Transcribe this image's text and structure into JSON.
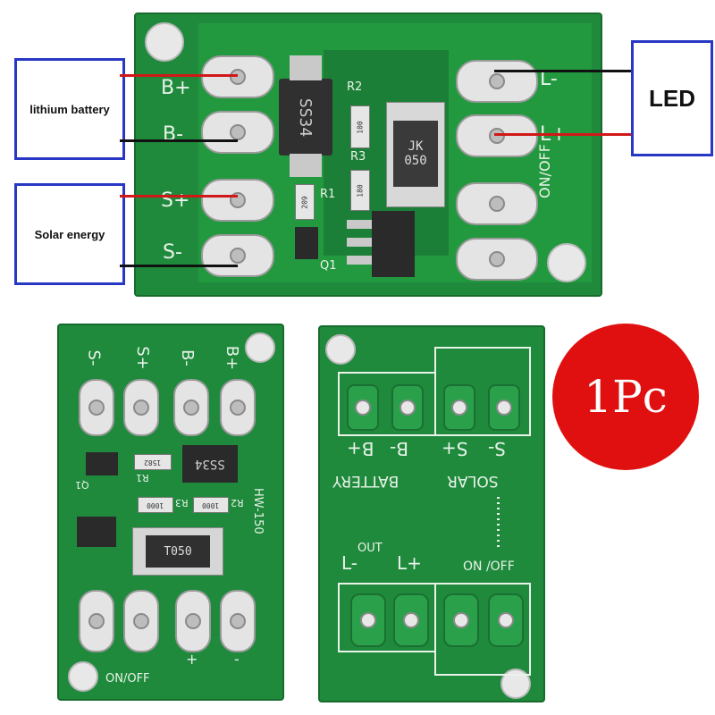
{
  "top_board": {
    "pad_labels_left": [
      "B+",
      "B-",
      "S+",
      "S-"
    ],
    "pad_labels_right": [
      "L-",
      "L+"
    ],
    "switch_label": "ON/OFF",
    "components": {
      "diode": "SS34",
      "inductor_top": "JK",
      "inductor_bottom": "050",
      "r1": "R1",
      "r2": "R2",
      "r3": "R3",
      "q1": "Q1",
      "r2_value": "100",
      "r3_value": "180",
      "r1_value": "209"
    }
  },
  "callouts": {
    "battery": "lithium battery",
    "solar": "Solar energy",
    "led": "LED"
  },
  "badge": {
    "text": "1Pc",
    "color": "#e01010"
  },
  "bottom_left_board": {
    "pad_labels": [
      "S-",
      "S+",
      "B-",
      "B+"
    ],
    "model": "HW-150",
    "diode": "SS34",
    "inductor": "T050",
    "q1": "Q1",
    "r1": "R1",
    "r2": "R2",
    "r3": "R3",
    "r_value_a": "1582",
    "r_value_b": "1000",
    "r_value_c": "1000",
    "switch_label": "ON/OFF",
    "out_plus": "+",
    "out_minus": "-"
  },
  "bottom_right_board": {
    "pad_labels": [
      "B+",
      "B-",
      "S+",
      "S-"
    ],
    "group_labels": [
      "BATTERY",
      "SOLAR"
    ],
    "out_label": "OUT",
    "out_minus": "L-",
    "out_plus": "L+",
    "switch_label": "ON /OFF"
  }
}
